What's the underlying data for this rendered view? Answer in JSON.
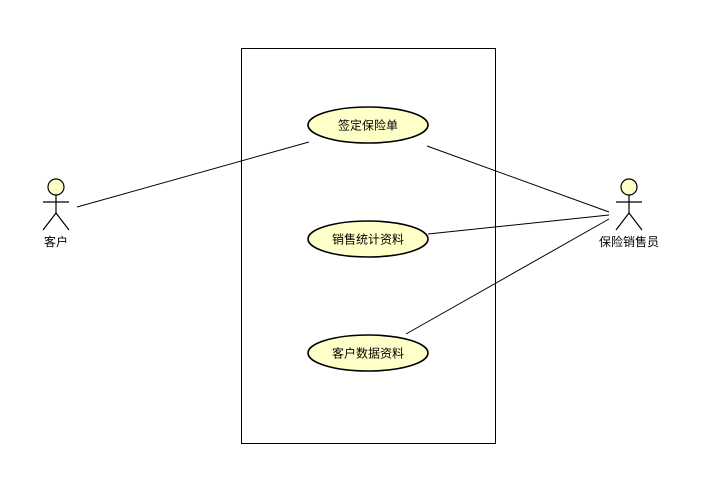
{
  "diagram": {
    "type": "use-case",
    "actors": [
      {
        "id": "customer",
        "label": "客户"
      },
      {
        "id": "sales",
        "label": "保险销售员"
      }
    ],
    "use_cases": [
      {
        "id": "sign",
        "label": "签定保险单"
      },
      {
        "id": "stats",
        "label": "销售统计资料"
      },
      {
        "id": "data",
        "label": "客户数据资料"
      }
    ],
    "associations": [
      {
        "from": "customer",
        "to": "sign"
      },
      {
        "from": "sales",
        "to": "sign"
      },
      {
        "from": "sales",
        "to": "stats"
      },
      {
        "from": "sales",
        "to": "data"
      }
    ],
    "colors": {
      "use_case_fill": "#ffffc8",
      "actor_fill": "#ffffc8",
      "stroke": "#000000",
      "background": "#ffffff"
    }
  }
}
